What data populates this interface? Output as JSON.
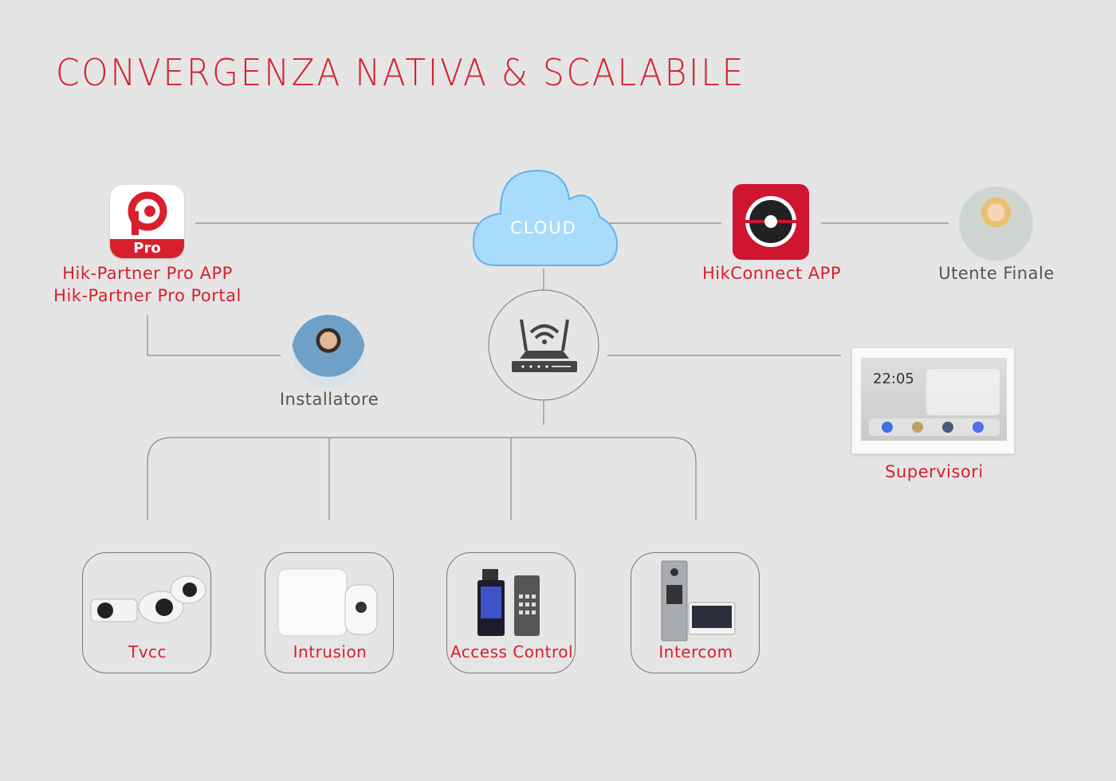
{
  "title": "CONVERGENZA NATIVA & SCALABILE",
  "cloud": {
    "label": "CLOUD"
  },
  "hik_partner": {
    "badge": "Pro",
    "line1": "Hik-Partner Pro APP",
    "line2": "Hik-Partner Pro Portal"
  },
  "hikconnect": {
    "label": "HikConnect APP"
  },
  "end_user": {
    "label": "Utente Finale"
  },
  "installer": {
    "label": "Installatore"
  },
  "supervisor": {
    "label": "Supervisori",
    "screen_time": "22:05"
  },
  "devices": [
    {
      "label": "Tvcc"
    },
    {
      "label": "Intrusion"
    },
    {
      "label": "Access Control"
    },
    {
      "label": "Intercom"
    }
  ],
  "colors": {
    "accent": "#d7202c",
    "background": "#e5e5e5",
    "cloud": "#a8dcfa"
  }
}
